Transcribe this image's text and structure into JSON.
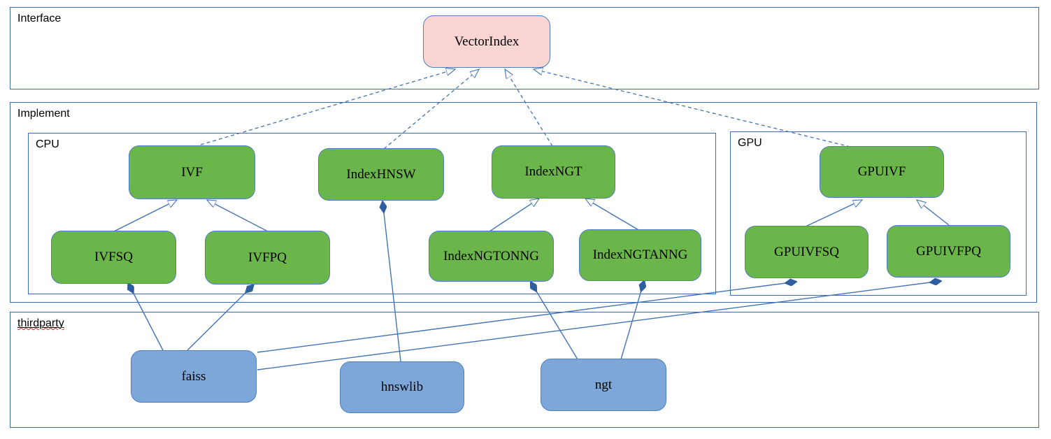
{
  "diagram": {
    "containers": {
      "interface": {
        "label": "Interface"
      },
      "implement": {
        "label": "Implement"
      },
      "cpu": {
        "label": "CPU"
      },
      "gpu": {
        "label": "GPU"
      },
      "thirdparty": {
        "label": "thirdparty",
        "spellcheck_underline": true
      }
    },
    "nodes": {
      "vectorindex": {
        "label": "VectorIndex",
        "kind": "interface"
      },
      "ivf": {
        "label": "IVF",
        "kind": "cpu-class"
      },
      "indexhnsw": {
        "label": "IndexHNSW",
        "kind": "cpu-class"
      },
      "indexngt": {
        "label": "IndexNGT",
        "kind": "cpu-class"
      },
      "ivfsq": {
        "label": "IVFSQ",
        "kind": "cpu-class"
      },
      "ivfpq": {
        "label": "IVFPQ",
        "kind": "cpu-class"
      },
      "indexngtonng": {
        "label": "IndexNGTONNG",
        "kind": "cpu-class"
      },
      "indexngtanng": {
        "label": "IndexNGTANNG",
        "kind": "cpu-class"
      },
      "gpuivf": {
        "label": "GPUIVF",
        "kind": "gpu-class"
      },
      "gpuivfsq": {
        "label": "GPUIVFSQ",
        "kind": "gpu-class"
      },
      "gpuivfpq": {
        "label": "GPUIVFPQ",
        "kind": "gpu-class"
      },
      "faiss": {
        "label": "faiss",
        "kind": "thirdparty-lib"
      },
      "hnswlib": {
        "label": "hnswlib",
        "kind": "thirdparty-lib"
      },
      "ngt": {
        "label": "ngt",
        "kind": "thirdparty-lib"
      }
    },
    "edges": {
      "realization_dashed_hollow_arrow": [
        {
          "from": "ivf",
          "to": "vectorindex"
        },
        {
          "from": "indexhnsw",
          "to": "vectorindex"
        },
        {
          "from": "indexngt",
          "to": "vectorindex"
        },
        {
          "from": "gpuivf",
          "to": "vectorindex"
        }
      ],
      "inheritance_solid_hollow_arrow": [
        {
          "from": "ivfsq",
          "to": "ivf"
        },
        {
          "from": "ivfpq",
          "to": "ivf"
        },
        {
          "from": "indexngtonng",
          "to": "indexngt"
        },
        {
          "from": "indexngtanng",
          "to": "indexngt"
        },
        {
          "from": "gpuivfsq",
          "to": "gpuivf"
        },
        {
          "from": "gpuivfpq",
          "to": "gpuivf"
        }
      ],
      "composition_filled_diamond": [
        {
          "from": "ivfsq",
          "to": "faiss"
        },
        {
          "from": "ivfpq",
          "to": "faiss"
        },
        {
          "from": "indexhnsw",
          "to": "hnswlib"
        },
        {
          "from": "indexngtonng",
          "to": "ngt"
        },
        {
          "from": "indexngtanng",
          "to": "ngt"
        },
        {
          "from": "gpuivfsq",
          "to": "faiss"
        },
        {
          "from": "gpuivfpq",
          "to": "faiss"
        }
      ]
    },
    "colors": {
      "container_border": "#3e6cb0",
      "node_border": "#4e7fc0",
      "edge_line": "#4273b4",
      "interface_node_fill": "#f8d4d2",
      "class_node_fill": "#6bb64a",
      "library_node_fill": "#7da7d8",
      "text": "#000000",
      "spellcheck_squiggle": "#e0301e"
    }
  }
}
